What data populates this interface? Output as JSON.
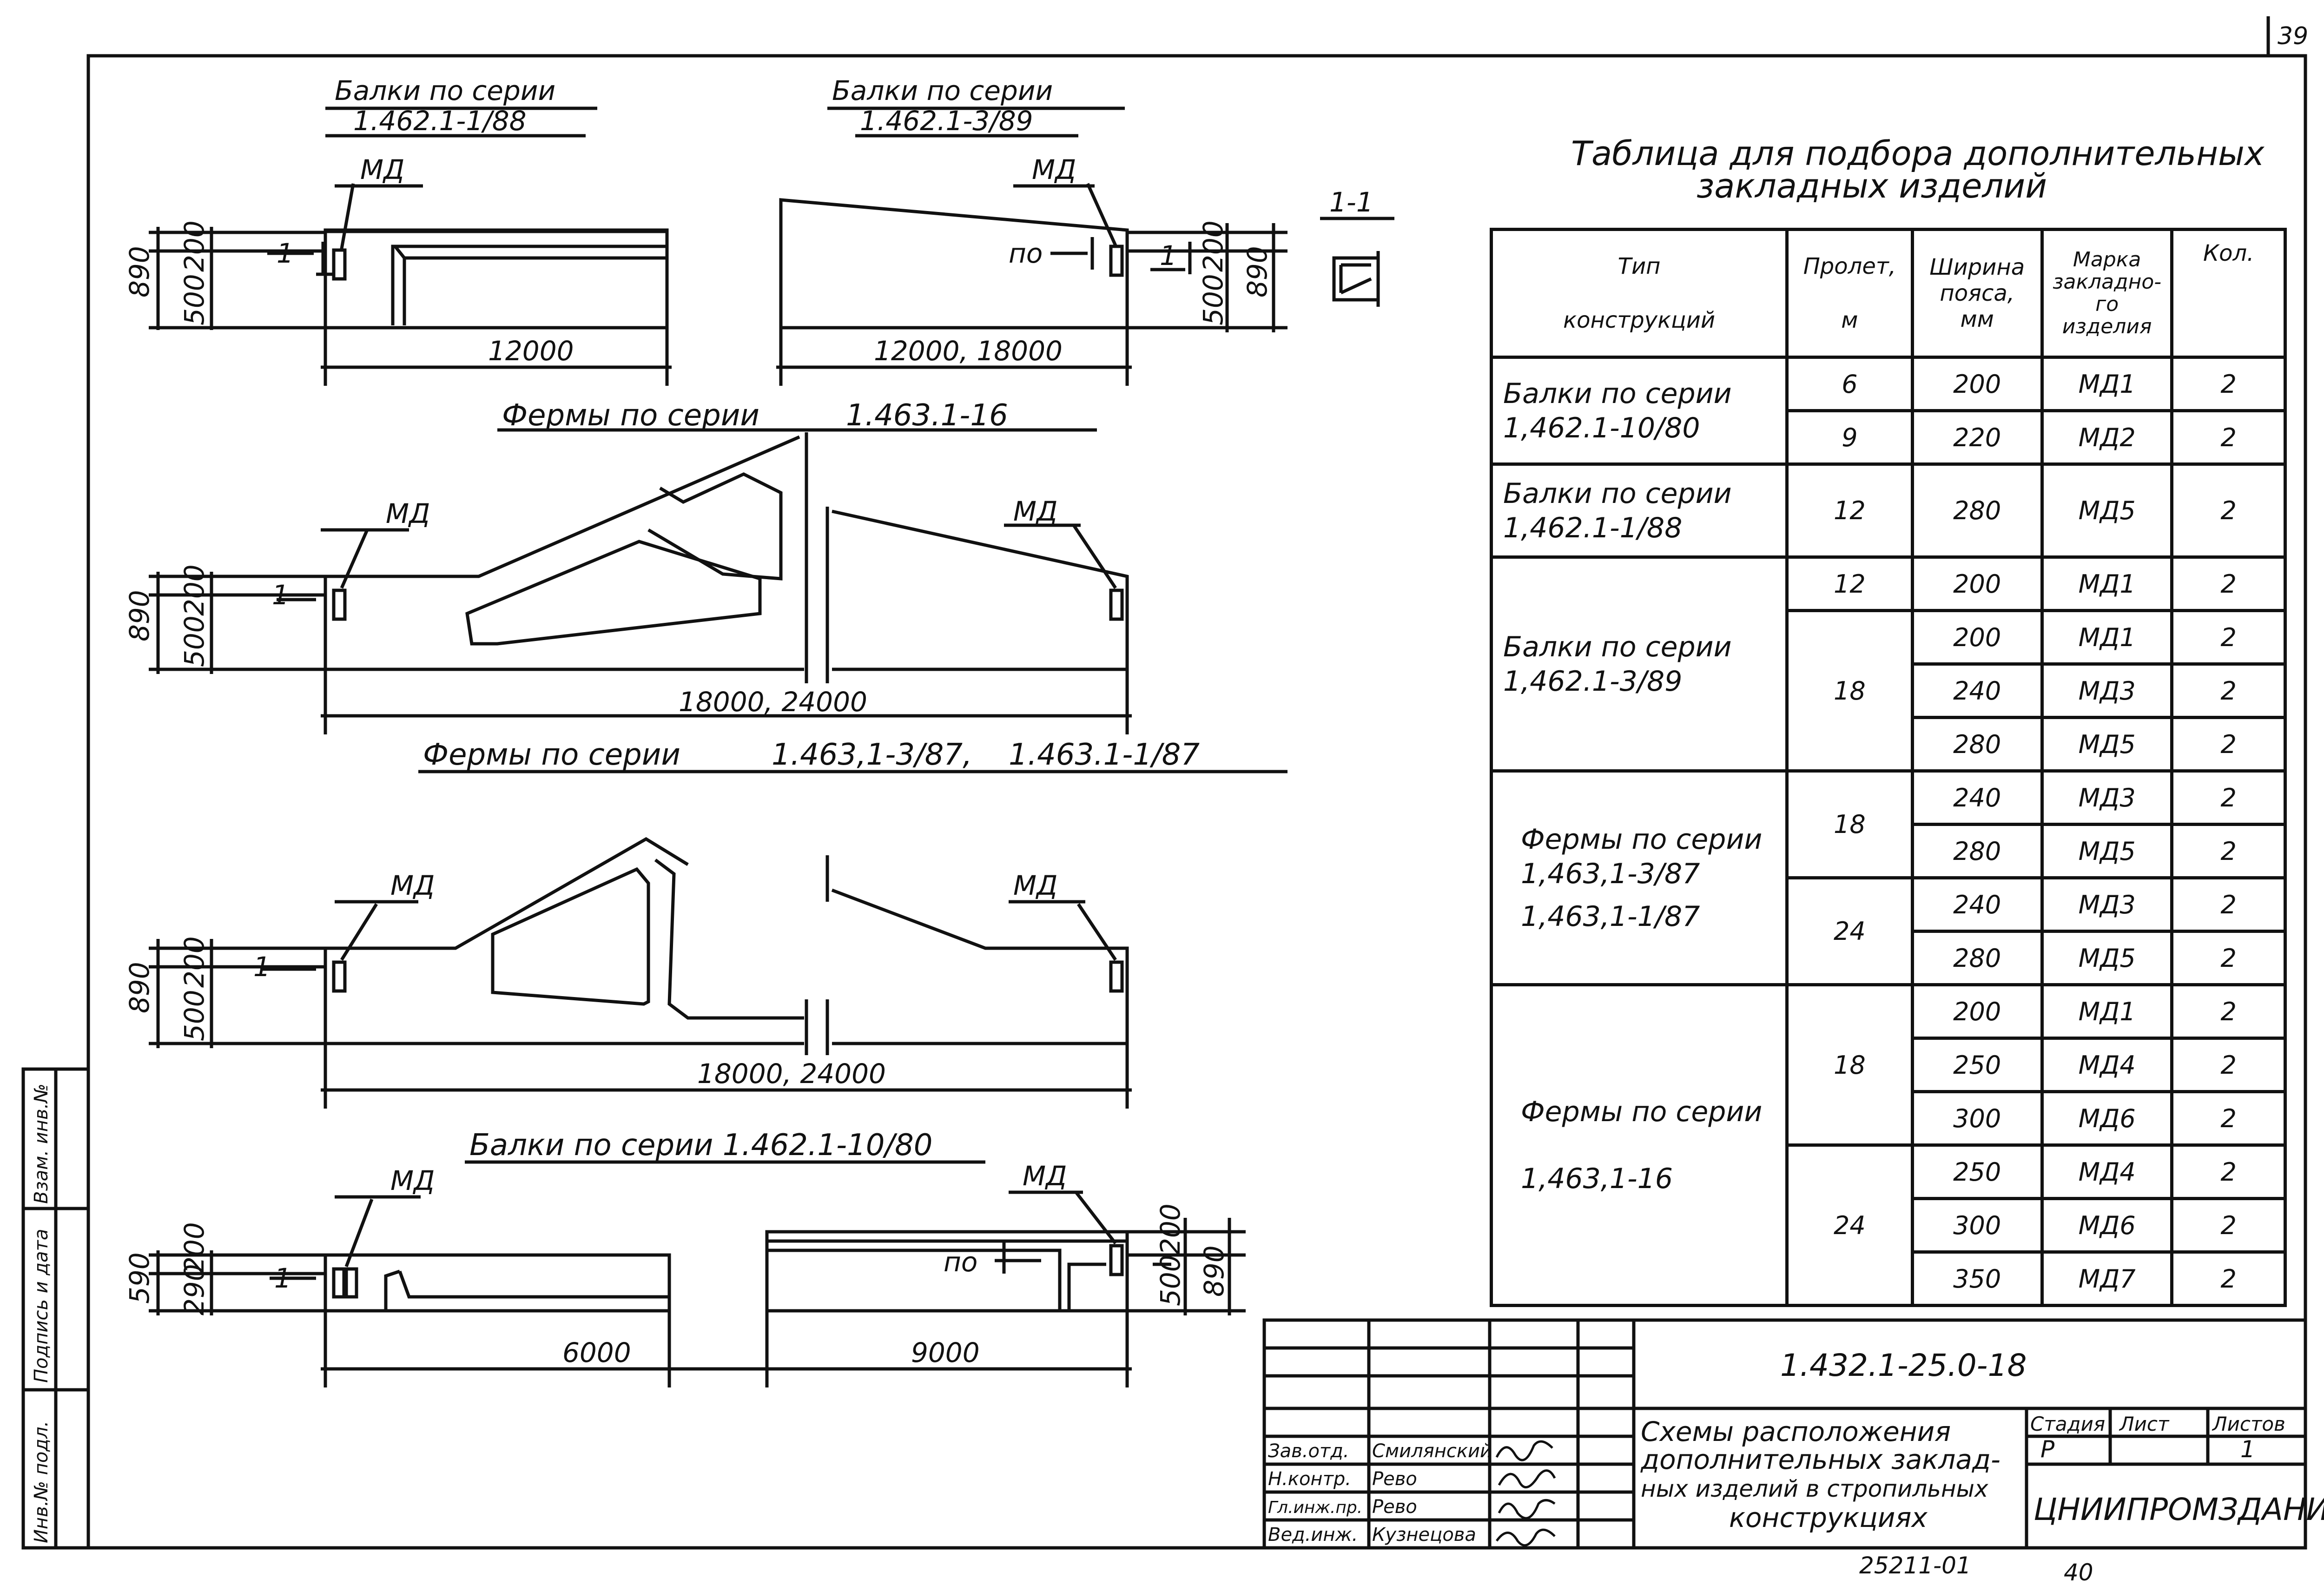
{
  "page_number": "39",
  "beams_1": {
    "title": "Балки по серии",
    "series": "1.462.1-1/88",
    "md": "МД",
    "h_total": "890",
    "h_500": "500",
    "h_200": "200",
    "mark": "1",
    "span": "12000"
  },
  "beams_2": {
    "title": "Балки по серии",
    "series": "1.462.1-3/89",
    "md": "МД",
    "po": "по",
    "h_total": "890",
    "h_500": "500",
    "h_200": "200",
    "mark": "1",
    "span": "12000, 18000"
  },
  "section": {
    "label": "1-1"
  },
  "truss_1": {
    "title": "Фермы по серии",
    "series": "1.463.1-16",
    "md": "МД",
    "h_total": "890",
    "h_500": "500",
    "h_200": "200",
    "mark": "1",
    "span": "18000, 24000"
  },
  "truss_2": {
    "title": "Фермы по серии",
    "series_a": "1.463,1-3/87,",
    "series_b": "1.463.1-1/87",
    "md": "МД",
    "h_total": "890",
    "h_500": "500",
    "h_200": "200",
    "mark": "1",
    "span": "18000, 24000"
  },
  "beams_3": {
    "title": "Балки по серии 1.462.1-10/80",
    "md": "МД",
    "po": "по",
    "h_590": "590",
    "h_290": "290",
    "h_200": "200",
    "h_500": "500",
    "h_890": "890",
    "mark": "1",
    "span_a": "6000",
    "span_b": "9000"
  },
  "table": {
    "title_1": "Таблица для подбора дополнительных",
    "title_2": "закладных изделий",
    "headers": {
      "type_a": "Тип",
      "type_b": "конструкций",
      "span_a": "Пролет,",
      "span_b": "м",
      "width_a": "Ширина",
      "width_b": "пояса,",
      "width_c": "мм",
      "mark_a": "Марка",
      "mark_b": "закладно-",
      "mark_c": "го",
      "mark_d": "изделия",
      "qty": "Кол."
    },
    "groups": {
      "g1": {
        "type_a": "Балки по серии",
        "type_b": "1,462.1-10/80"
      },
      "g2": {
        "type_a": "Балки по серии",
        "type_b": "1,462.1-1/88"
      },
      "g3": {
        "type_a": "Балки по серии",
        "type_b": "1,462.1-3/89"
      },
      "g4": {
        "type_a": "Фермы по серии",
        "type_b": "1,463,1-3/87",
        "type_c": "1,463,1-1/87"
      },
      "g5": {
        "type_a": "Фермы по серии",
        "type_b": "1,463,1-16"
      }
    },
    "rows": [
      {
        "span": "6",
        "width": "200",
        "mark": "МД1",
        "qty": "2"
      },
      {
        "span": "9",
        "width": "220",
        "mark": "МД2",
        "qty": "2"
      },
      {
        "span": "12",
        "width": "280",
        "mark": "МД5",
        "qty": "2"
      },
      {
        "span": "12",
        "width": "200",
        "mark": "МД1",
        "qty": "2"
      },
      {
        "span": "18",
        "width": "200",
        "mark": "МД1",
        "qty": "2"
      },
      {
        "span": "",
        "width": "240",
        "mark": "МД3",
        "qty": "2"
      },
      {
        "span": "",
        "width": "280",
        "mark": "МД5",
        "qty": "2"
      },
      {
        "span": "18",
        "width": "240",
        "mark": "МД3",
        "qty": "2"
      },
      {
        "span": "",
        "width": "280",
        "mark": "МД5",
        "qty": "2"
      },
      {
        "span": "24",
        "width": "240",
        "mark": "МД3",
        "qty": "2"
      },
      {
        "span": "",
        "width": "280",
        "mark": "МД5",
        "qty": "2"
      },
      {
        "span": "18",
        "width": "200",
        "mark": "МД1",
        "qty": "2"
      },
      {
        "span": "",
        "width": "250",
        "mark": "МД4",
        "qty": "2"
      },
      {
        "span": "",
        "width": "300",
        "mark": "МД6",
        "qty": "2"
      },
      {
        "span": "24",
        "width": "250",
        "mark": "МД4",
        "qty": "2"
      },
      {
        "span": "",
        "width": "300",
        "mark": "МД6",
        "qty": "2"
      },
      {
        "span": "",
        "width": "350",
        "mark": "МД7",
        "qty": "2"
      }
    ]
  },
  "title_block": {
    "doc_code": "1.432.1-25.0-18",
    "title_1": "Схемы расположения",
    "title_2": "дополнительных заклад-",
    "title_3": "ных изделий в стропильных",
    "title_4": "конструкциях",
    "stage_label": "Стадия",
    "sheet_label": "Лист",
    "sheets_label": "Листов",
    "stage": "Р",
    "sheets": "1",
    "org": "ЦНИИПРОМЗДАНИЙ",
    "staff": [
      {
        "role": "Зав.отд.",
        "name": "Смилянский"
      },
      {
        "role": "Н.контр.",
        "name": "Рево"
      },
      {
        "role": "Гл.инж.пр.",
        "name": "Рево"
      },
      {
        "role": "Вед.инж.",
        "name": "Кузнецова"
      }
    ],
    "archive": "25211-01",
    "sheet_no": "40"
  },
  "side_stamp": {
    "c1": "Инв.№ подл.",
    "c2": "Подпись и дата",
    "c3": "Взам. инв.№"
  }
}
